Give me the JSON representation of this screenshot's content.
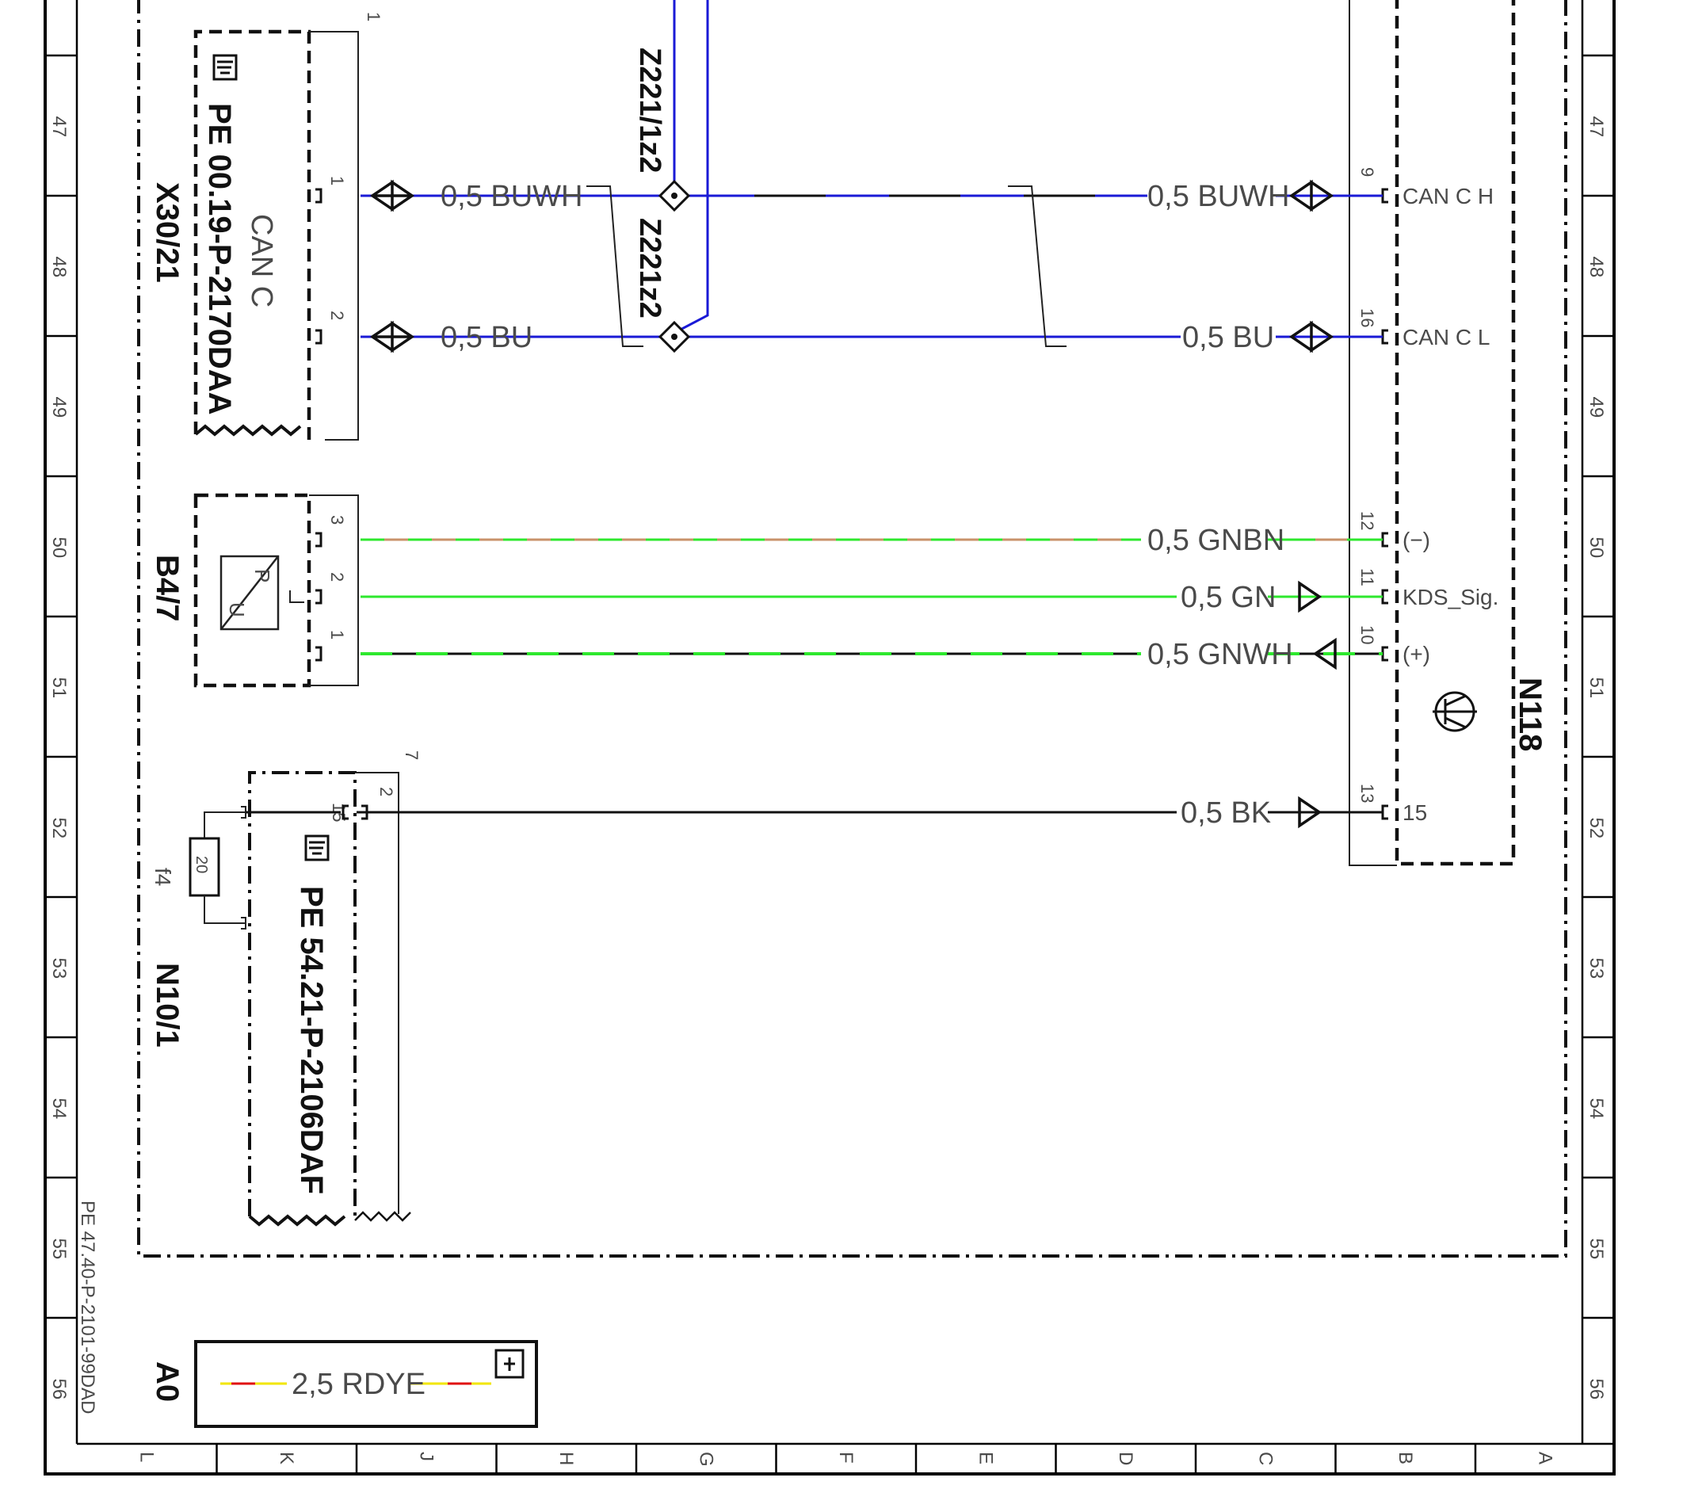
{
  "document": {
    "reference": "PE 47.40-P-2101-99DAD",
    "row_labels": [
      "47",
      "48",
      "49",
      "50",
      "51",
      "52",
      "53",
      "54",
      "55",
      "56"
    ],
    "column_labels": [
      "L",
      "K",
      "J",
      "H",
      "G",
      "F",
      "E",
      "D",
      "C",
      "B",
      "A"
    ]
  },
  "components": {
    "x30_21": {
      "id": "X30/21",
      "sub_label": "CAN C",
      "doc_ref": "PE 00.19-P-2170DAA",
      "marker": "1",
      "pins": [
        "1",
        "2"
      ]
    },
    "b4_7": {
      "id": "B4/7",
      "symbol_top": "P",
      "symbol_bottom": "U",
      "pins": [
        "3",
        "2",
        "1"
      ]
    },
    "n10_1": {
      "id": "N10/1",
      "doc_ref": "PE 54.21-P-2106DAF",
      "marker": "7",
      "pin_inner": "15",
      "pin_outer": "2",
      "fuse_id": "f4",
      "fuse_rating": "20"
    },
    "n118": {
      "id": "N118",
      "pins": [
        {
          "pin": "9",
          "signal": "CAN C H"
        },
        {
          "pin": "16",
          "signal": "CAN C L"
        },
        {
          "pin": "12",
          "signal": "(−)"
        },
        {
          "pin": "11",
          "signal": "KDS_Sig."
        },
        {
          "pin": "10",
          "signal": "(+)"
        },
        {
          "pin": "13",
          "signal": "15"
        }
      ]
    },
    "z221_1z2": {
      "id": "Z221/1z2"
    },
    "z221z2": {
      "id": "Z221z2"
    },
    "a0": {
      "id": "A0",
      "legend_wire": "2,5 RDYE"
    }
  },
  "wires": {
    "can_h_left": "0,5 BUWH",
    "can_h_right": "0,5 BUWH",
    "can_l_left": "0,5 BU",
    "can_l_right": "0,5 BU",
    "gnbn": "0,5 GNBN",
    "gn": "0,5 GN",
    "gnwh": "0,5 GNWH",
    "bk": "0,5 BK"
  },
  "colors": {
    "blue": "#1a1ad6",
    "green": "#2ee82e",
    "brown": "#c8926a",
    "black": "#111111",
    "red": "#e01010",
    "yellow": "#f2e600"
  }
}
